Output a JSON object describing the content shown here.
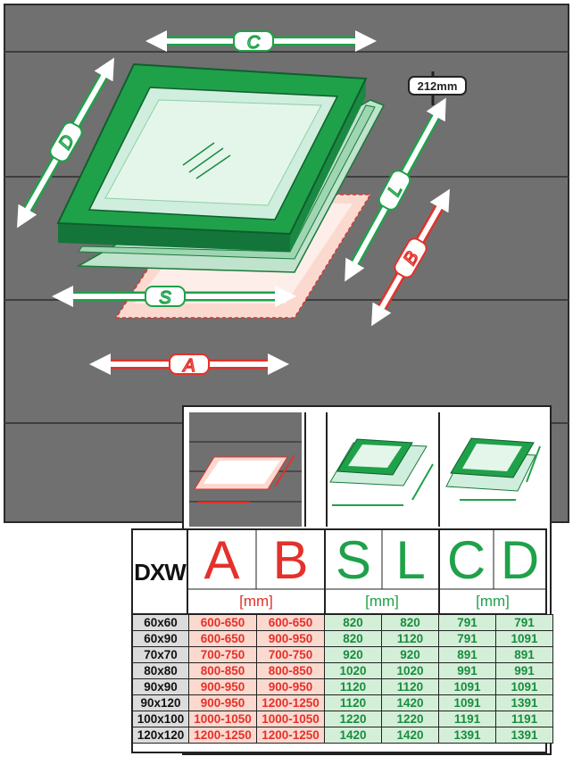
{
  "dimension_labels": {
    "c": "C",
    "d": "D",
    "l": "L",
    "s": "S",
    "a": "A",
    "b": "B",
    "height": "212mm"
  },
  "table": {
    "header_label": "DXW",
    "columns": [
      "A",
      "B",
      "S",
      "L",
      "C",
      "D"
    ],
    "units": [
      "[mm]",
      "[mm]",
      "[mm]"
    ],
    "rows": [
      {
        "size": "60x60",
        "a": "600-650",
        "b": "600-650",
        "s": "820",
        "l": "820",
        "c": "791",
        "d": "791"
      },
      {
        "size": "60x90",
        "a": "600-650",
        "b": "900-950",
        "s": "820",
        "l": "1120",
        "c": "791",
        "d": "1091"
      },
      {
        "size": "70x70",
        "a": "700-750",
        "b": "700-750",
        "s": "920",
        "l": "920",
        "c": "891",
        "d": "891"
      },
      {
        "size": "80x80",
        "a": "800-850",
        "b": "800-850",
        "s": "1020",
        "l": "1020",
        "c": "991",
        "d": "991"
      },
      {
        "size": "90x90",
        "a": "900-950",
        "b": "900-950",
        "s": "1120",
        "l": "1120",
        "c": "1091",
        "d": "1091"
      },
      {
        "size": "90x120",
        "a": "900-950",
        "b": "1200-1250",
        "s": "1120",
        "l": "1420",
        "c": "1091",
        "d": "1391"
      },
      {
        "size": "100x100",
        "a": "1000-1050",
        "b": "1000-1050",
        "s": "1220",
        "l": "1220",
        "c": "1191",
        "d": "1191"
      },
      {
        "size": "120x120",
        "a": "1200-1250",
        "b": "1200-1250",
        "s": "1420",
        "l": "1420",
        "c": "1391",
        "d": "1391"
      }
    ]
  },
  "colors": {
    "roof": "#707070",
    "roof_line": "#4a4a4a",
    "green": "#1fa14a",
    "green_dark": "#14753a",
    "green_light": "#cfeedd",
    "red": "#e4312b",
    "pink": "#fbd9cf"
  }
}
